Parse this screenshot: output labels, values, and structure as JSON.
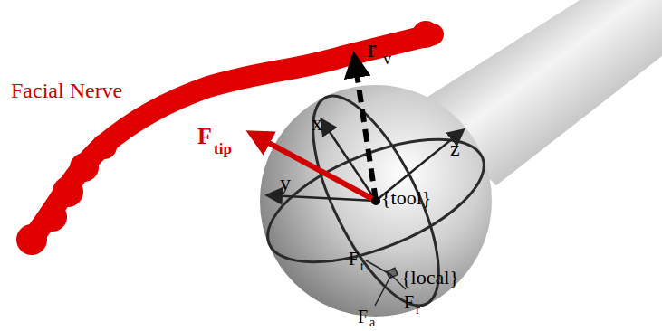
{
  "diagram": {
    "labels": [
      "Facial Nerve",
      "r",
      "v",
      "x",
      "F",
      "tip",
      "y",
      "{tool}",
      "z",
      "F",
      "t",
      "{local}",
      "F",
      "r",
      "F",
      "a"
    ]
  }
}
